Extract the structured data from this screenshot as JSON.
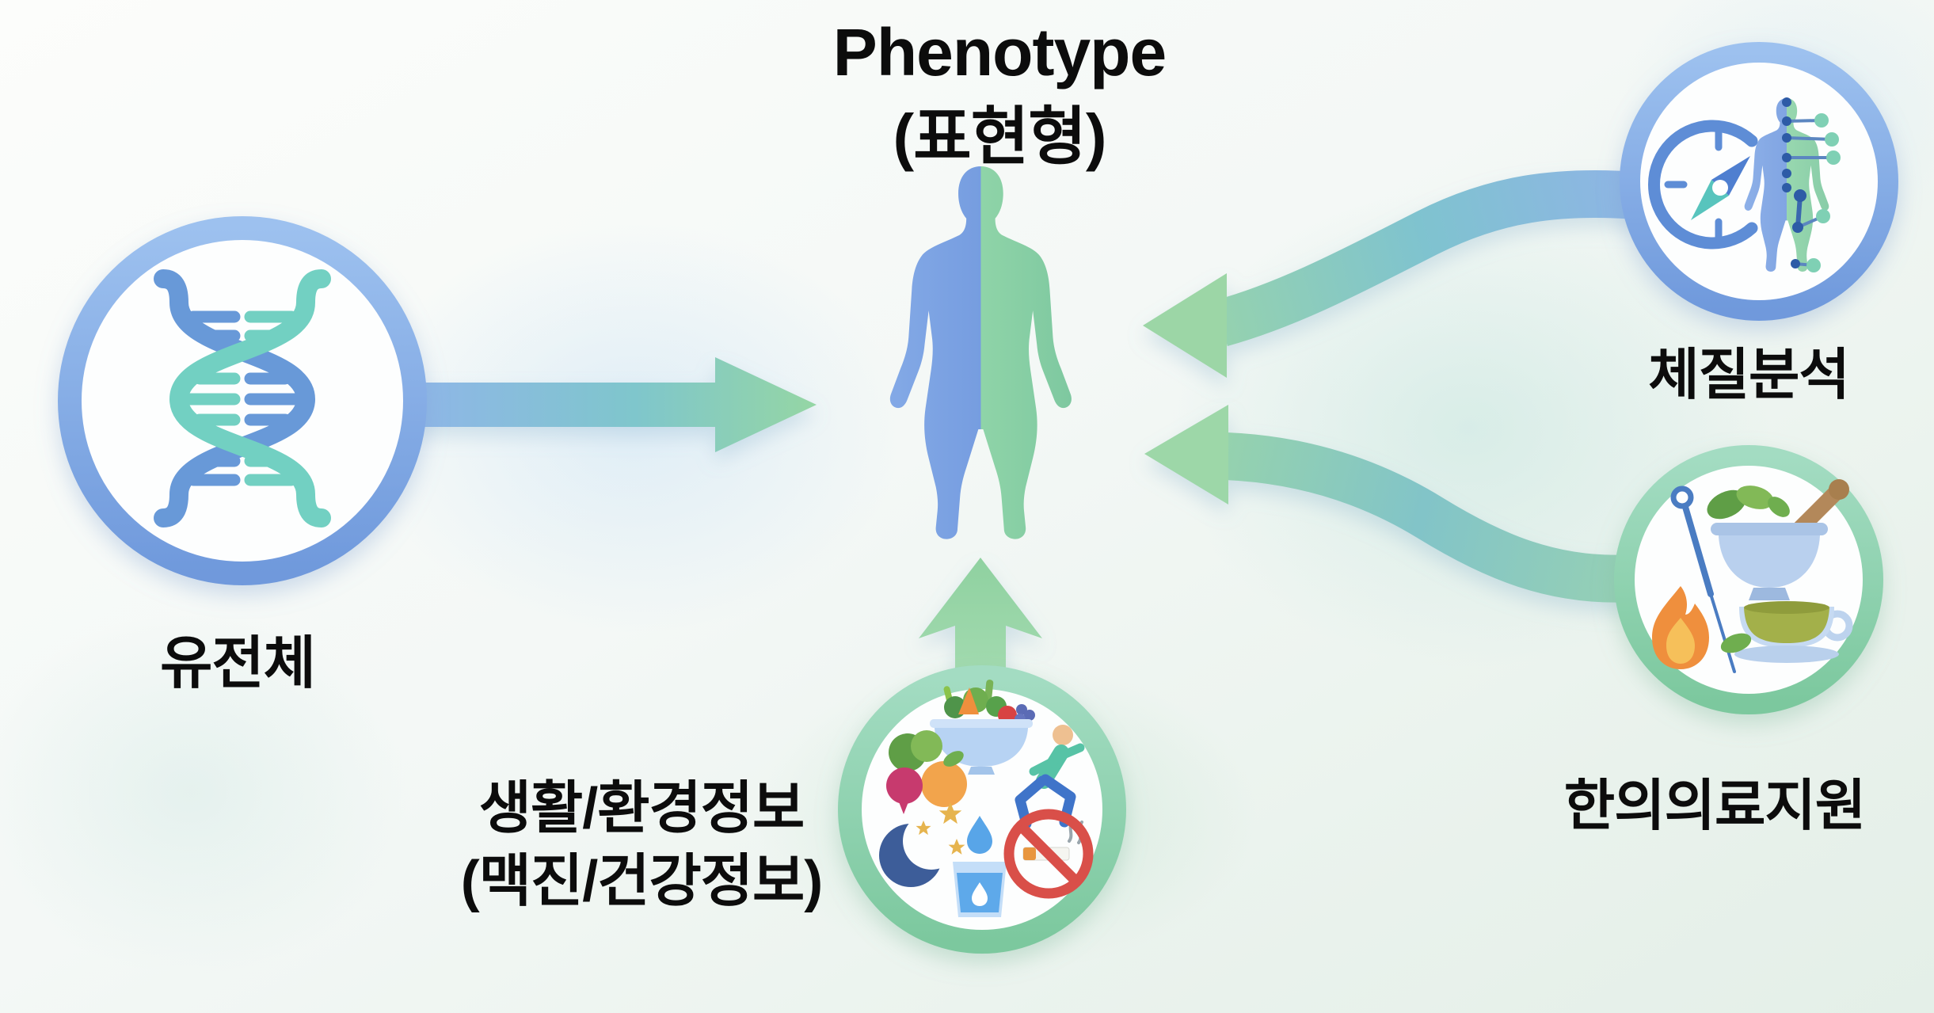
{
  "title": {
    "line1": "Phenotype",
    "line2": "(표현형)"
  },
  "nodes": {
    "genome": {
      "label": "유전체",
      "icon": "dna-icon",
      "ring_color": "#7fa7e0",
      "position": "left"
    },
    "constitution": {
      "label": "체질분석",
      "icon": "compass-body-icon",
      "ring_color": "#6f9cdd",
      "position": "top-right"
    },
    "korean_medicine": {
      "label": "한의의료지원",
      "icon": "herbal-medicine-icon",
      "ring_color": "#85cdaa",
      "position": "bottom-right"
    },
    "lifestyle": {
      "label_line1": "생활/환경정보",
      "label_line2": "(맥진/건강정보)",
      "icon": "lifestyle-collage-icon",
      "ring_color": "#8fd2a6",
      "position": "bottom-center"
    }
  },
  "center_figure": {
    "name": "human-silhouette",
    "left_color": "#7ea6e3",
    "right_color": "#89d0a4"
  },
  "arrows": [
    {
      "from": "genome",
      "to": "center_figure",
      "style": "straight-right",
      "colors": [
        "#8fb6e8",
        "#7fc6cc",
        "#95d6a4"
      ]
    },
    {
      "from": "lifestyle",
      "to": "center_figure",
      "style": "straight-up",
      "colors": [
        "#8fd1a0",
        "#a3dab0"
      ]
    },
    {
      "from": "constitution",
      "to": "center_figure",
      "style": "s-curve-left",
      "colors": [
        "#8fb4e6",
        "#7fc3cf",
        "#9bd6a6"
      ]
    },
    {
      "from": "korean_medicine",
      "to": "center_figure",
      "style": "s-curve-left",
      "colors": [
        "#96d0b4",
        "#82c4c8",
        "#9bd6a6"
      ]
    }
  ],
  "text_color": "#0c0c0c"
}
